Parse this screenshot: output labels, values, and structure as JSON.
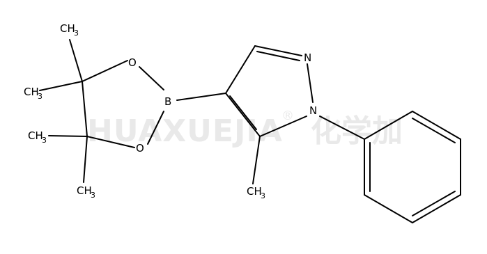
{
  "watermark": {
    "latin": "HUAXUEJIA",
    "registered": "®",
    "chinese": "化学加"
  },
  "atoms": {
    "n2": "N",
    "n1": "N",
    "boron": "B",
    "o_top": "O",
    "o_bottom": "O"
  },
  "methyl_groups": {
    "top": {
      "main": "CH",
      "sub": "3"
    },
    "upper_left": {
      "main": "CH",
      "sub": "3"
    },
    "lower_left": {
      "main": "CH",
      "sub": "3"
    },
    "bottom": {
      "main": "CH",
      "sub": "3"
    },
    "pyrazole_methyl": {
      "main": "CH",
      "sub": "3"
    }
  }
}
